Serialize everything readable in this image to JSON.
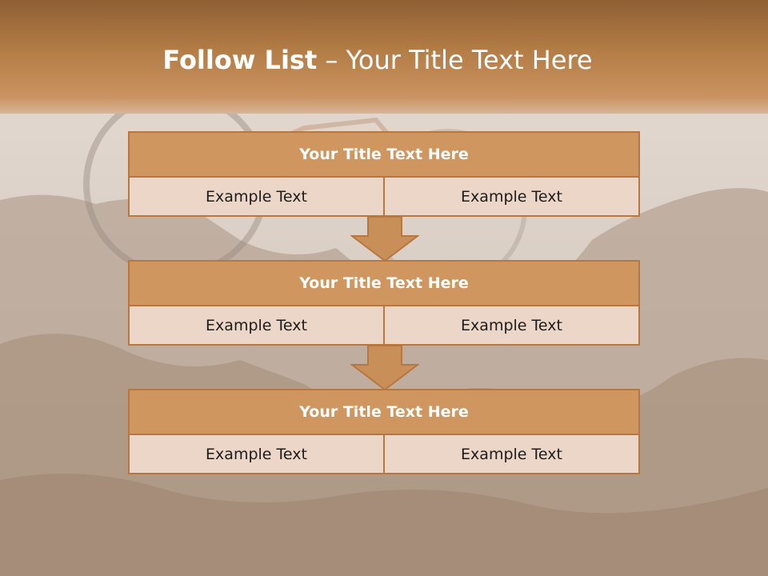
{
  "header": {
    "title_bold": "Follow List",
    "title_rest": " – Your Title Text Here"
  },
  "blocks": [
    {
      "title": "Your Title Text Here",
      "cells": [
        "Example Text",
        "Example Text"
      ]
    },
    {
      "title": "Your Title Text Here",
      "cells": [
        "Example Text",
        "Example Text"
      ]
    },
    {
      "title": "Your Title Text Here",
      "cells": [
        "Example Text",
        "Example Text"
      ]
    }
  ],
  "colors": {
    "header_band": "#b8804a",
    "title_fill": "#cf9660",
    "title_border": "#b7773e",
    "cell_fill": "#ecd6c8",
    "arrow_fill": "#c98f58",
    "background_haze": "#d3c7bd"
  }
}
